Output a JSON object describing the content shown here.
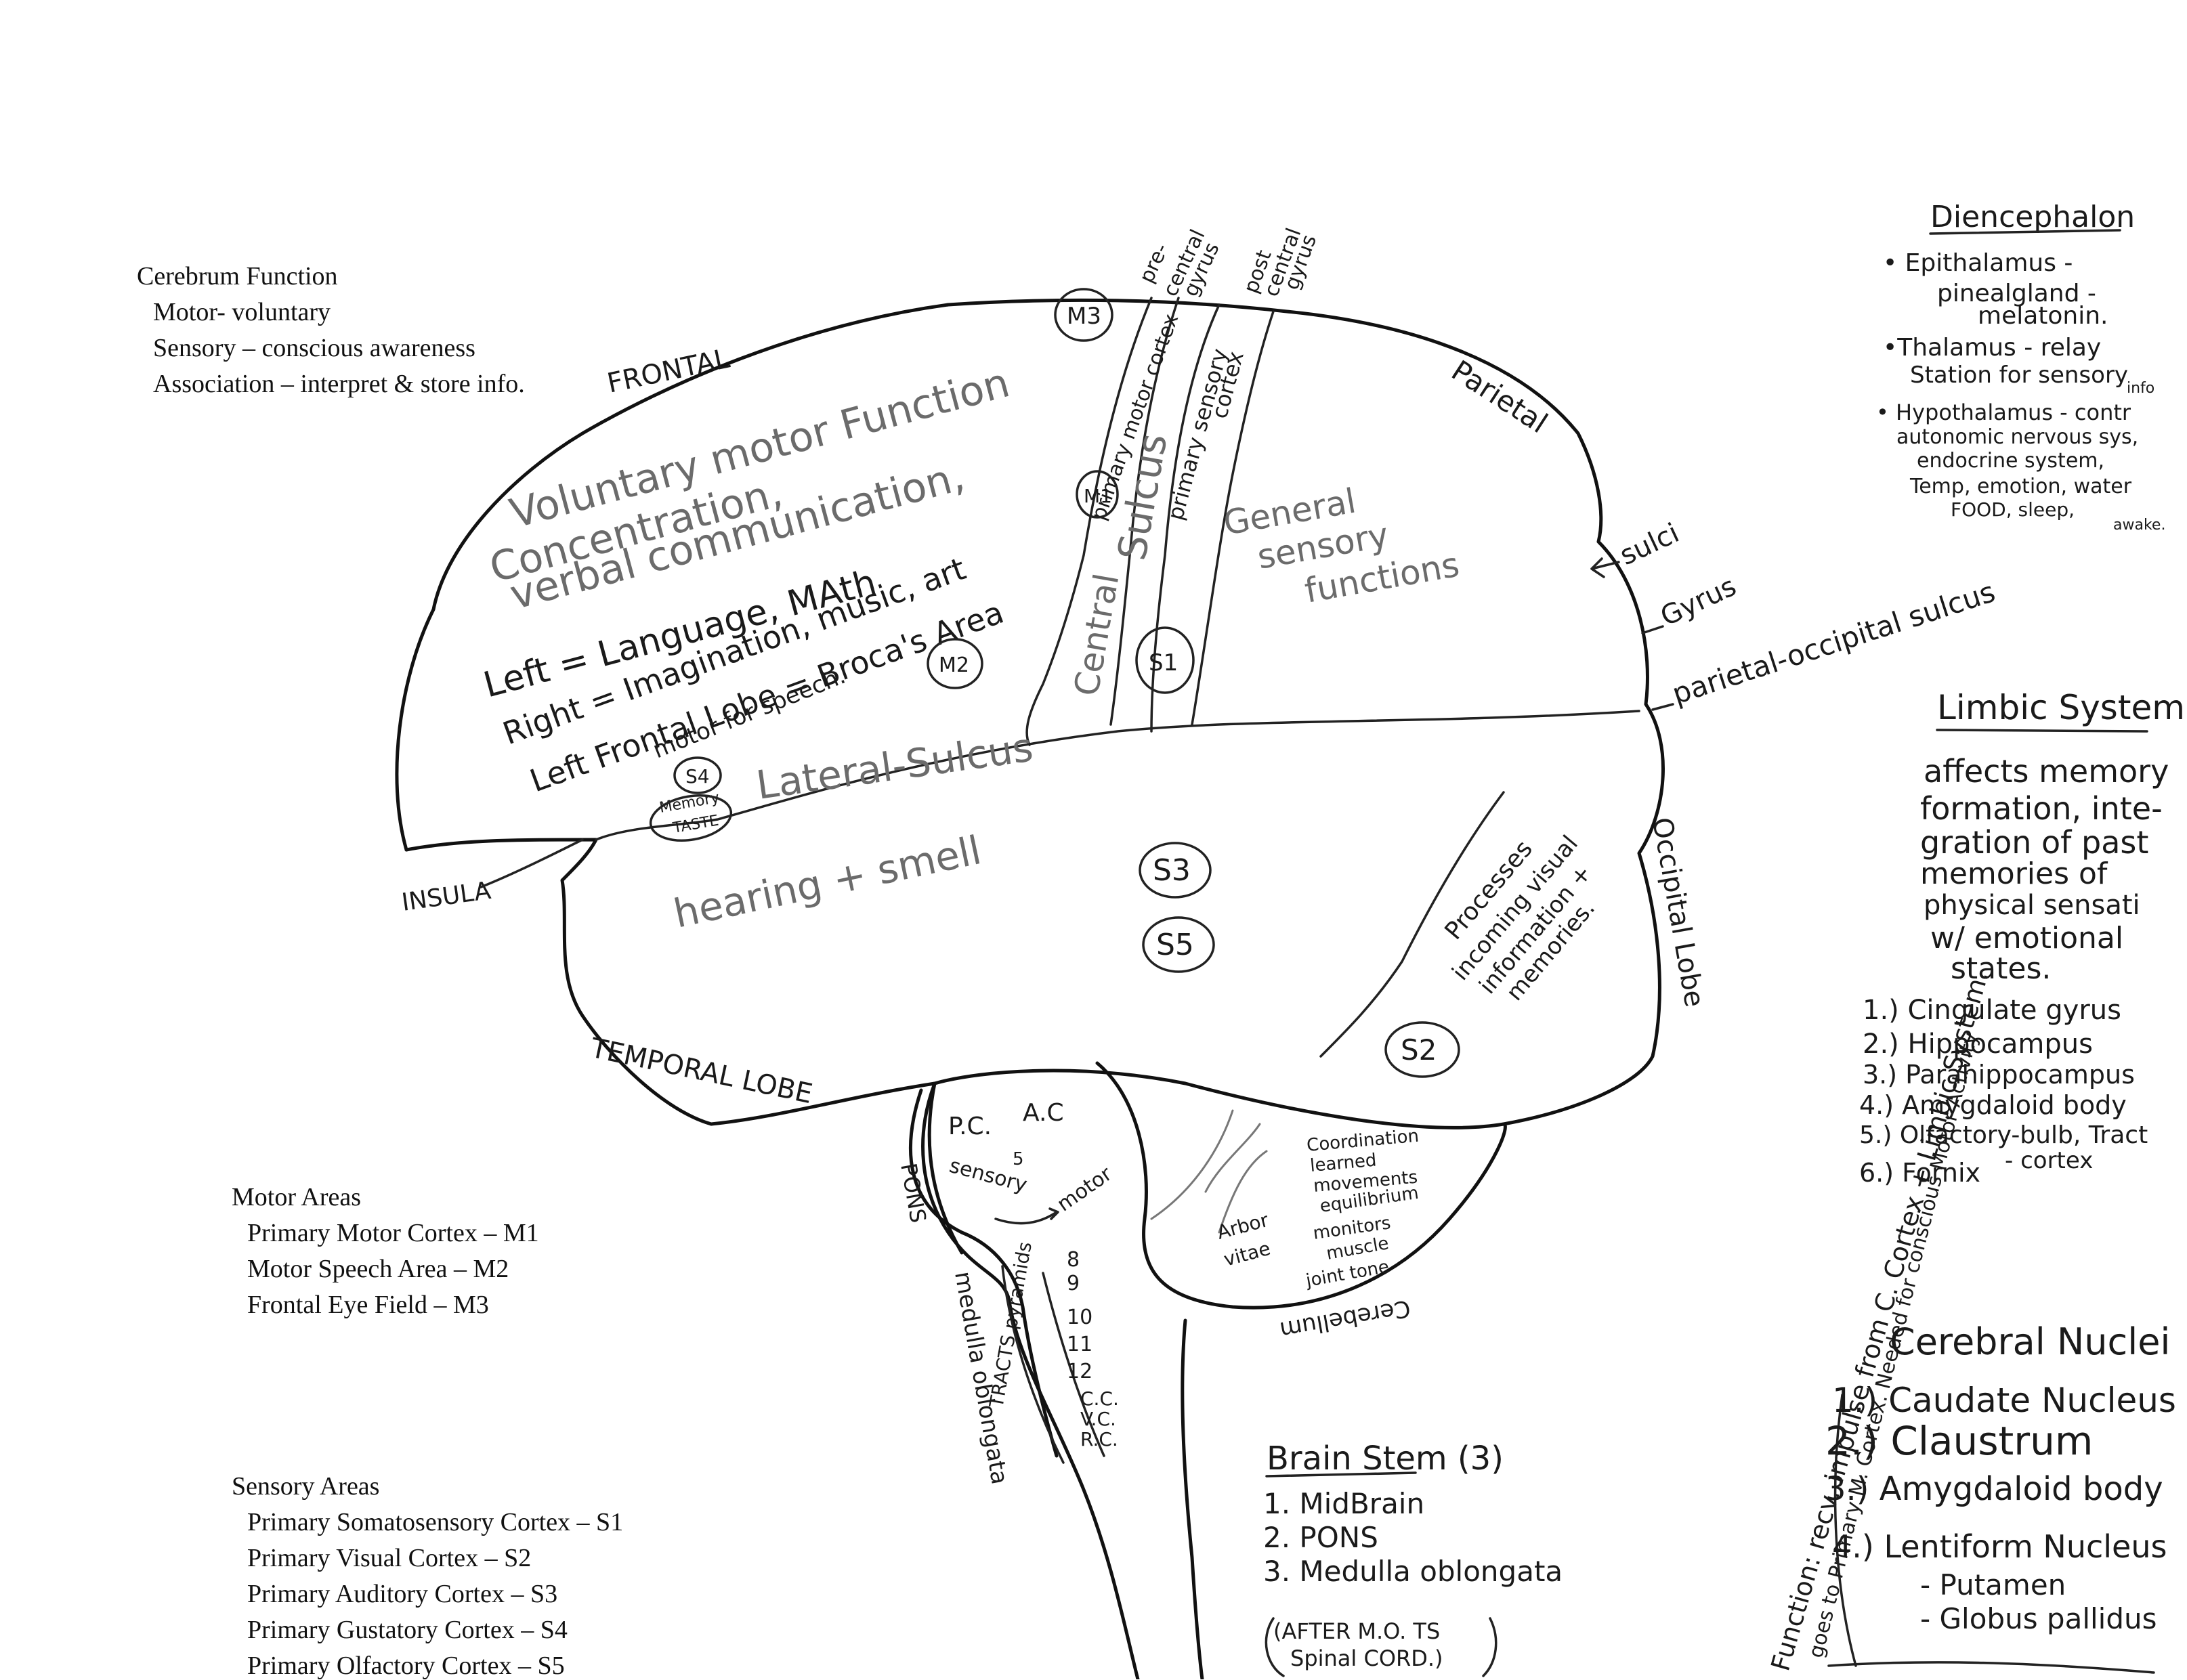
{
  "cerebrum_function": {
    "title": "Cerebrum Function",
    "items": [
      "Motor- voluntary",
      "Sensory – conscious awareness",
      "Association – interpret & store info."
    ]
  },
  "motor_areas": {
    "title": "Motor Areas",
    "items": [
      "Primary Motor Cortex – M1",
      "Motor Speech Area – M2",
      "Frontal Eye Field – M3"
    ]
  },
  "sensory_areas": {
    "title": "Sensory Areas",
    "items": [
      "Primary Somatosensory Cortex – S1",
      "Primary Visual Cortex – S2",
      "Primary Auditory Cortex – S3",
      "Primary Gustatory Cortex – S4",
      "Primary Olfactory Cortex – S5"
    ]
  },
  "brain_labels": {
    "frontal": "FRONTAL",
    "parietal": "Parietal",
    "occipital_lobe": "Occipital Lobe",
    "temporal_lobe": "TEMPORAL LOBE",
    "insula": "INSULA",
    "cerebellum": "Cerebellum",
    "pons": "PONS",
    "medulla_oblongata": "medulla oblongata",
    "arbor_vitae": [
      "Arbor",
      "vitae"
    ],
    "sulci": "sulci",
    "gyrus": "Gyrus",
    "parieto_occipital": "parietal-occipital sulcus",
    "lateral_sulcus": "Lateral-Sulcus",
    "central_sulcus": [
      "Central",
      "Sulcus"
    ],
    "pre_central_gyrus": [
      "pre-",
      "central",
      "gyrus"
    ],
    "post_central_gyrus": [
      "post",
      "central",
      "gyrus"
    ],
    "primary_motor_cortex": "primary motor cortex",
    "primary_sensory_cortex": [
      "primary sensory",
      "cortex"
    ],
    "tracts_pyramids": "TRACTS pyramids",
    "pc_ac": [
      "P.C.",
      "A.C"
    ],
    "sensory": "sensory",
    "motor": "motor",
    "cranial_5": "5",
    "cranial_nerves": [
      "8",
      "9",
      "10",
      "11",
      "12",
      "C.C.",
      "V.C.",
      "R.C."
    ]
  },
  "frontal_notes": {
    "pencil_lines": [
      "Voluntary motor Function",
      "Concentration,",
      "verbal communication,"
    ],
    "ink_lines": [
      "Left = Language, MAth",
      "Right = Imagination, music, art",
      "Left Frontal Lobe = Broca's Area",
      "motor for speech."
    ]
  },
  "region_notes": {
    "general_sensory": [
      "General",
      "sensory",
      "functions"
    ],
    "hearing_smell": "hearing + smell",
    "memory_taste": [
      "Memory",
      "TASTE"
    ],
    "occipital_processes": [
      "Processes",
      "incoming visual",
      "information +",
      "memories."
    ],
    "cerebellum_functions": [
      "Coordination",
      "learned",
      "movements",
      "equilibrium",
      "monitors",
      "muscle",
      "joint tone"
    ]
  },
  "circle_markers": [
    "M3",
    "M1",
    "M2",
    "S1",
    "S4",
    "S3",
    "S5",
    "S2"
  ],
  "diencephalon": {
    "title": "Diencephalon",
    "lines": [
      "• Epithalamus -",
      "pinealgland -",
      "melatonin.",
      "•Thalamus - relay",
      "Station for sensory",
      "info",
      "• Hypothalamus - contr",
      "autonomic nervous sys,",
      "endocrine system,",
      "Temp, emotion, water",
      "FOOD, sleep,",
      "awake."
    ]
  },
  "limbic_system": {
    "title": "Limbic System",
    "description": [
      "affects memory",
      "formation, inte-",
      "gration of past",
      "memories of",
      "physical sensati",
      "w/ emotional",
      "states."
    ],
    "items": [
      "1.) Cingulate gyrus",
      "2.) Hippocampus",
      "3.) Parahippocampus",
      "4.) Amygdaloid body",
      "5.) Olfactory-bulb, Tract",
      "6.) Fornix",
      "- cortex"
    ]
  },
  "function_note": [
    "Function: recv. impulse from C. Cortex + Limbic System.",
    "goes to Primary M. Cortex. Needed for conscious Motor Activity"
  ],
  "cerebral_nuclei": {
    "title": "Cerebral Nuclei",
    "items": [
      "1.) Caudate Nucleus",
      "2.) Claustrum",
      "3.) Amygdaloid body",
      "4.) Lentiform Nucleus",
      "- Putamen",
      "- Globus pallidus"
    ]
  },
  "brain_stem": {
    "title": "Brain Stem (3)",
    "items": [
      "1. MidBrain",
      "2. PONS",
      "3. Medulla oblongata"
    ],
    "note": [
      "(AFTER M.O. TS",
      "Spinal CORD.)"
    ]
  }
}
